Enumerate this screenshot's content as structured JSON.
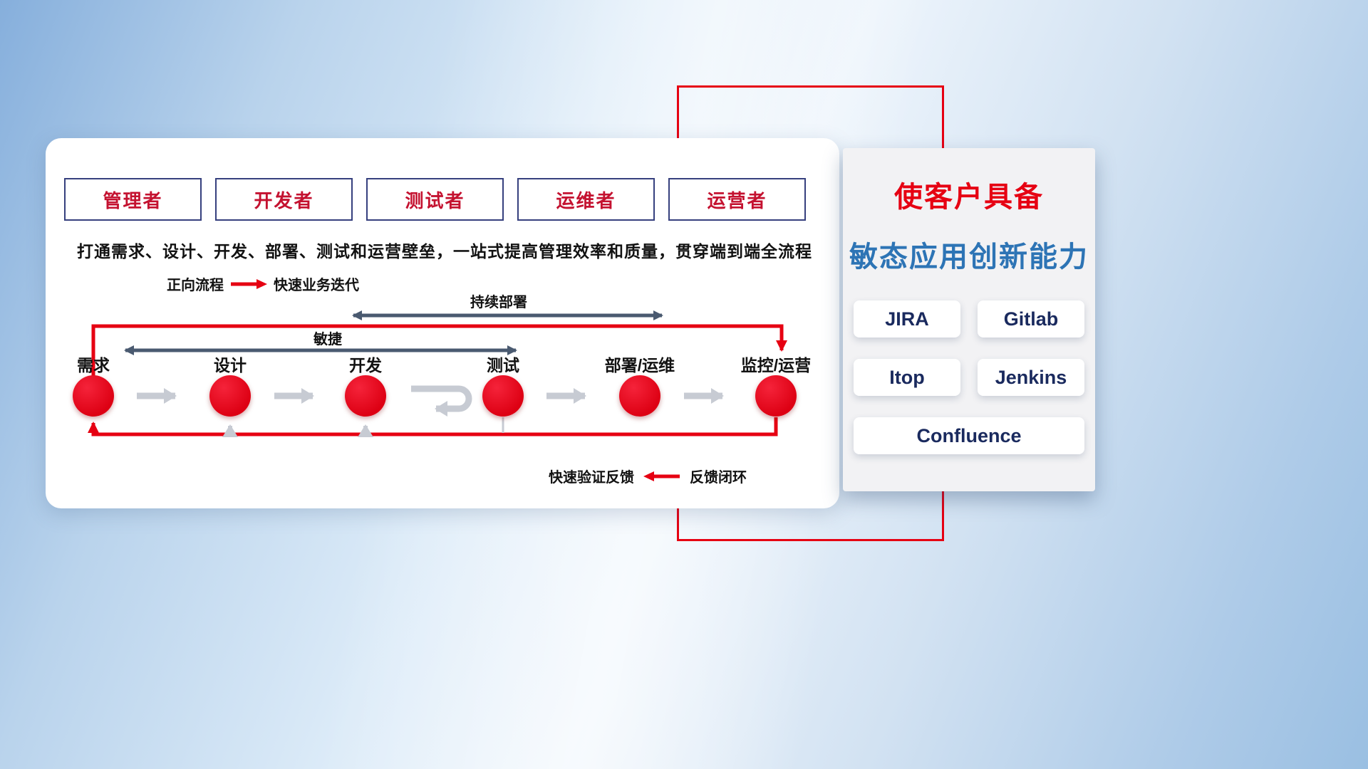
{
  "roles": [
    {
      "label": "管理者"
    },
    {
      "label": "开发者"
    },
    {
      "label": "测试者"
    },
    {
      "label": "运维者"
    },
    {
      "label": "运营者"
    }
  ],
  "description": "打通需求、设计、开发、部署、测试和运营壁垒，一站式提高管理效率和质量，贯穿端到端全流程",
  "legend_forward": {
    "label": "正向流程",
    "value": "快速业务迭代"
  },
  "legend_feedback": {
    "label": "快速验证反馈",
    "value": "反馈闭环"
  },
  "spans": {
    "continuous_deploy": "持续部署",
    "agile": "敏捷"
  },
  "flow_steps": [
    {
      "label": "需求"
    },
    {
      "label": "设计"
    },
    {
      "label": "开发"
    },
    {
      "label": "测试"
    },
    {
      "label": "部署/运维"
    },
    {
      "label": "监控/运营"
    }
  ],
  "side_panel": {
    "title_line1": "使客户具备",
    "title_line2": "敏态应用创新能力",
    "tools": [
      "JIRA",
      "Gitlab",
      "Itop",
      "Jenkins",
      "Confluence"
    ]
  },
  "colors": {
    "accent_red": "#e60012",
    "title_blue": "#2d74b5",
    "role_text_red": "#c41230",
    "role_border_navy": "#36407e",
    "dark_arrow": "#4a5a70",
    "gray_arrow": "#c7cbd3",
    "tool_text_navy": "#1a2a5e"
  }
}
